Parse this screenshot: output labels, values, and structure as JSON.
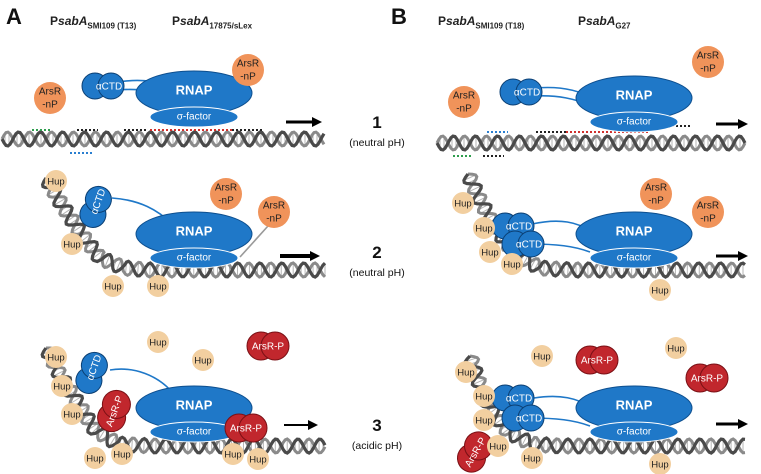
{
  "panels": {
    "a": {
      "letter": "A",
      "promoter_1": {
        "prefix": "P",
        "gene": "sabA",
        "strain": "SMI109 (T13)"
      },
      "promoter_2": {
        "prefix": "P",
        "gene": "sabA",
        "strain": "17875/sLex"
      }
    },
    "b": {
      "letter": "B",
      "promoter_1": {
        "prefix": "P",
        "gene": "sabA",
        "strain": "SMI109 (T18)"
      },
      "promoter_2": {
        "prefix": "P",
        "gene": "sabA",
        "strain": "G27"
      }
    }
  },
  "states": [
    {
      "number": "1",
      "condition": "(neutral pH)"
    },
    {
      "number": "2",
      "condition": "(neutral pH)"
    },
    {
      "number": "3",
      "condition": "(acidic pH)"
    }
  ],
  "labels": {
    "rnap": "RNAP",
    "sigma": "σ-factor",
    "actd": "αCTD",
    "arsr_np_top": "ArsR",
    "arsr_np_bottom": "-nP",
    "arsr_p": "ArsR-P",
    "hup": "Hup"
  },
  "colors": {
    "rnap_blue": "#1f78c8",
    "rnap_stroke": "#0d4f8f",
    "arsr_np": "#f0935a",
    "arsr_p": "#c1272d",
    "hup": "#f2cfa0",
    "dna": "#8a8a8a",
    "dna_dark": "#4a4a4a",
    "box_green": "#2e9e4e",
    "box_blue": "#2a7fd0",
    "box_black": "#222222",
    "box_red": "#d0312d",
    "arrow": "#000000"
  }
}
